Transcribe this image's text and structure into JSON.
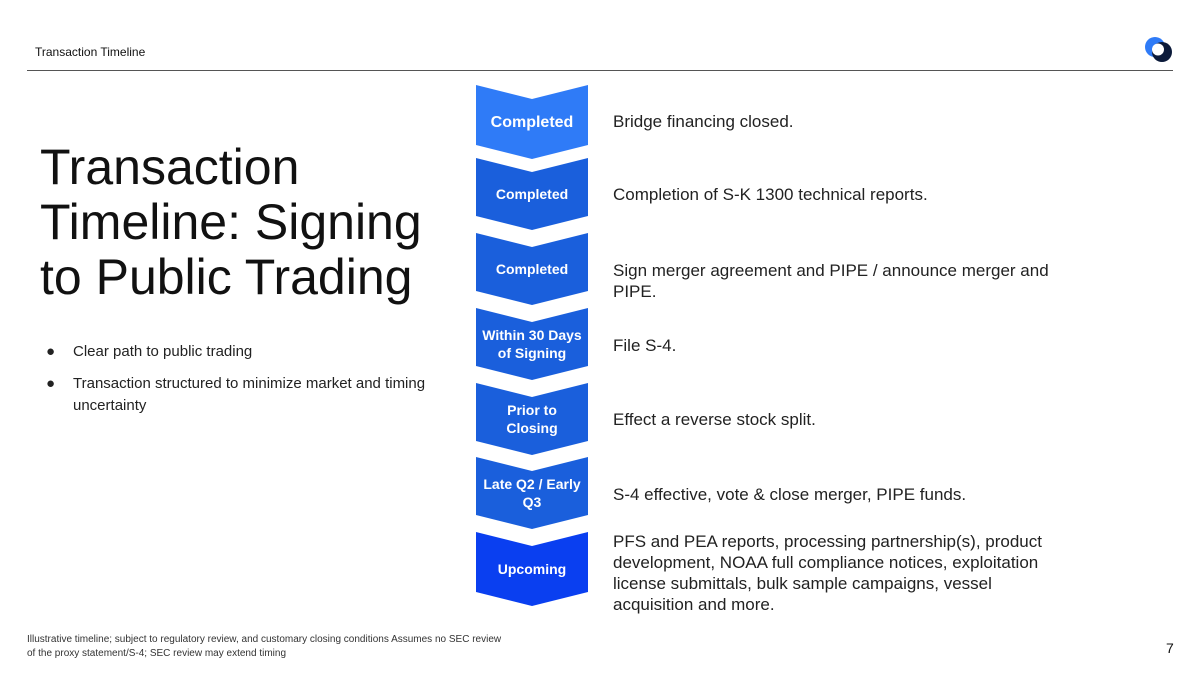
{
  "header": {
    "title": "Transaction Timeline"
  },
  "main": {
    "title": "Transaction Timeline: Signing to Public Trading",
    "bullets": [
      "Clear path to public trading",
      "Transaction structured to minimize market and timing uncertainty"
    ]
  },
  "timeline": [
    {
      "status": "Completed",
      "description": "Bridge financing closed.",
      "color": "#2f7bf7"
    },
    {
      "status": "Completed",
      "description": "Completion of S-K 1300 technical reports.",
      "color": "#1a5fdc"
    },
    {
      "status": "Completed",
      "description": "Sign merger agreement and PIPE / announce merger and PIPE.",
      "color": "#1a5fdc"
    },
    {
      "status": "Within 30 Days of Signing",
      "description": "File S-4.",
      "color": "#1a5fdc"
    },
    {
      "status": "Prior to Closing",
      "description": "Effect a reverse stock split.",
      "color": "#1a5fdc"
    },
    {
      "status": "Late Q2 / Early Q3",
      "description": "S-4 effective, vote & close merger, PIPE funds.",
      "color": "#1a5fdc"
    },
    {
      "status": "Upcoming",
      "description": "PFS and PEA reports, processing partnership(s), product development, NOAA full compliance notices, exploitation license submittals, bulk sample campaigns, vessel acquisition and more.",
      "color": "#0a3ff0"
    }
  ],
  "footer": {
    "note": "Illustrative timeline; subject to regulatory review, and customary closing conditions Assumes no SEC review of the proxy statement/S-4; SEC review may extend timing",
    "page": "7"
  }
}
